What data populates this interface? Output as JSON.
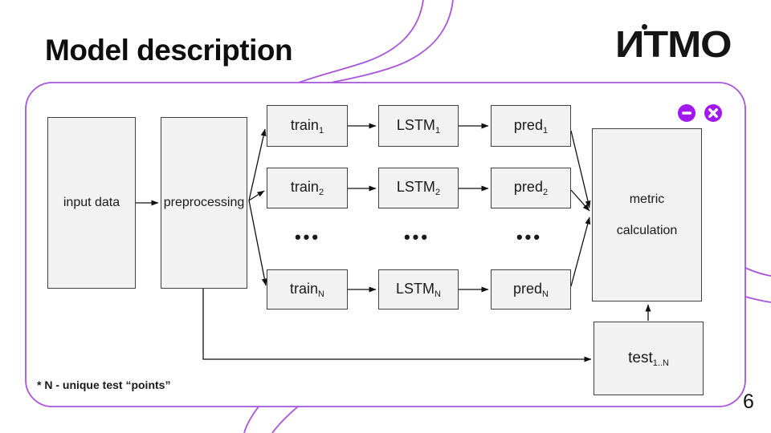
{
  "title": "Model description",
  "logo": {
    "text": "ИТМО"
  },
  "page_number": "6",
  "footnote": "* N - unique test “points”",
  "colors": {
    "accent_purple": "#A855DC",
    "control_purple": "#A219F0",
    "node_fill": "#F2F2F2",
    "node_border": "#404040"
  },
  "diagram": {
    "input": "input data",
    "preprocessing": "preprocessing",
    "labels": {
      "train": "train",
      "lstm": "LSTM",
      "pred": "pred"
    },
    "rows": [
      "1",
      "2",
      "N"
    ],
    "ellipsis": "•••",
    "metric": {
      "line1": "metric",
      "line2": "calculation"
    },
    "test": {
      "base": "test",
      "sub": "1..N"
    }
  }
}
